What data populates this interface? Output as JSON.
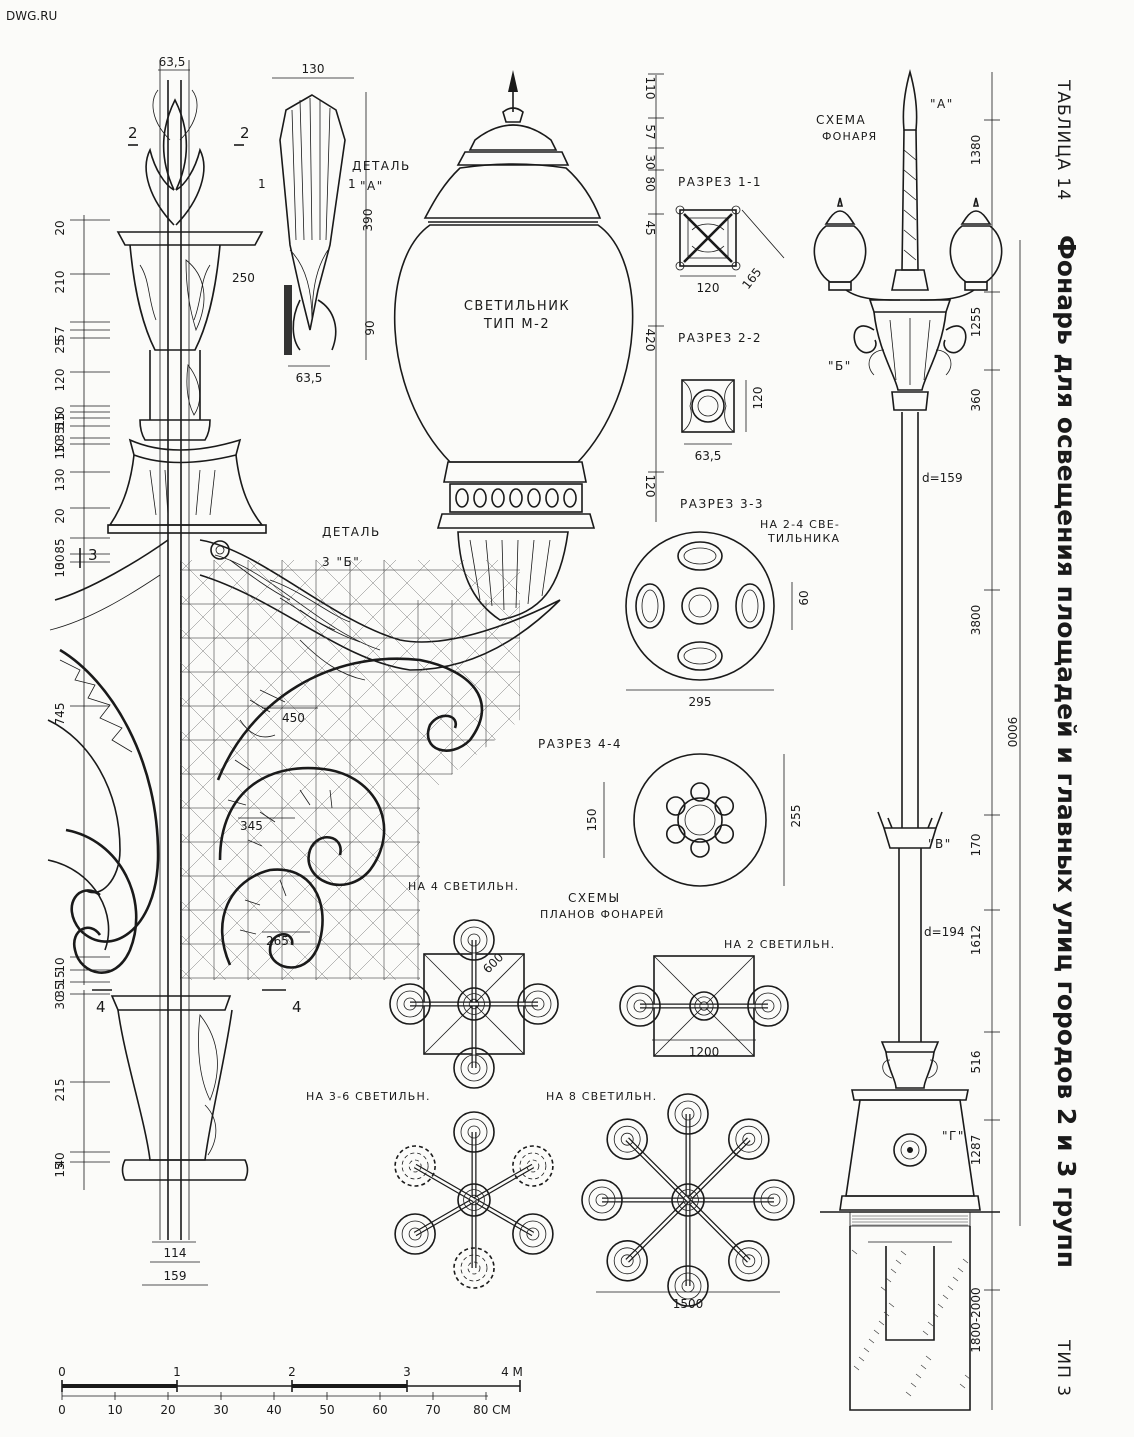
{
  "watermark": "DWG.RU",
  "table_no": "ТАБЛИЦА 14",
  "title": "Фонарь для освещения площадей и главных улиц городов 2 и 3 групп",
  "type_label": "ТИП 3",
  "col_dims": [
    "20",
    "210",
    "7",
    "5",
    "25",
    "120",
    "10",
    "15",
    "5",
    "35",
    "10",
    "15",
    "130",
    "20",
    "85",
    "30",
    "10",
    "745",
    "10",
    "15",
    "35",
    "30",
    "215",
    "40",
    "15"
  ],
  "pole_dims": {
    "d63": "63,5",
    "d114": "114",
    "d159": "159"
  },
  "mark_2": "2",
  "mark_3": "3",
  "mark_4": "4",
  "detail_a": {
    "title": "ДЕТАЛЬ",
    "mark": "\"А\"",
    "w130": "130",
    "d390": "390",
    "d90": "90",
    "d63": "63,5",
    "one": "1"
  },
  "detail_b": {
    "title": "ДЕТАЛЬ",
    "mark": "3 \"Б\""
  },
  "luminaire": {
    "name": "СВЕТИЛЬНИК",
    "type": "ТИП М-2"
  },
  "lum_dims": [
    "110",
    "57",
    "30",
    "80",
    "45",
    "420",
    "120"
  ],
  "bracket_dims": {
    "r450": "450",
    "r345": "345",
    "r265": "265",
    "r250": "250"
  },
  "section_11": {
    "title": "РАЗРЕЗ 1-1",
    "w": "120",
    "d": "165"
  },
  "section_22": {
    "title": "РАЗРЕЗ 2-2",
    "h": "120",
    "w": "63,5"
  },
  "section_33": {
    "title": "РАЗРЕЗ 3-3",
    "note1": "НА 2-4 СВЕ-",
    "note2": "ТИЛЬНИКА",
    "d295": "295",
    "d60": "60"
  },
  "section_44": {
    "title": "РАЗРЕЗ 4-4",
    "d150": "150",
    "d255": "255"
  },
  "plans": {
    "title1": "СХЕМЫ",
    "title2": "ПЛАНОВ ФОНАРЕЙ",
    "p4": "НА 4 СВЕТИЛЬН.",
    "p2": "НА 2 СВЕТИЛЬН.",
    "p36": "НА 3-6 СВЕТИЛЬН.",
    "p8": "НА 8 СВЕТИЛЬН.",
    "d600": "600",
    "d1200": "1200",
    "d1500": "1500"
  },
  "scheme": {
    "title1": "СХЕМА",
    "title2": "ФОНАРЯ",
    "mark_a": "\"А\"",
    "mark_b": "\"Б\"",
    "mark_v": "\"В\"",
    "mark_g": "\"Г\"",
    "d159": "d=159",
    "d194": "d=194",
    "dims": [
      "1380",
      "1255",
      "360",
      "3800",
      "170",
      "1612",
      "516",
      "1287",
      "1800-2000"
    ],
    "total": "9000"
  },
  "scale_m": [
    "0",
    "1",
    "2",
    "3",
    "4 М"
  ],
  "scale_cm": [
    "0",
    "10",
    "20",
    "30",
    "40",
    "50",
    "60",
    "70",
    "80 СМ"
  ]
}
